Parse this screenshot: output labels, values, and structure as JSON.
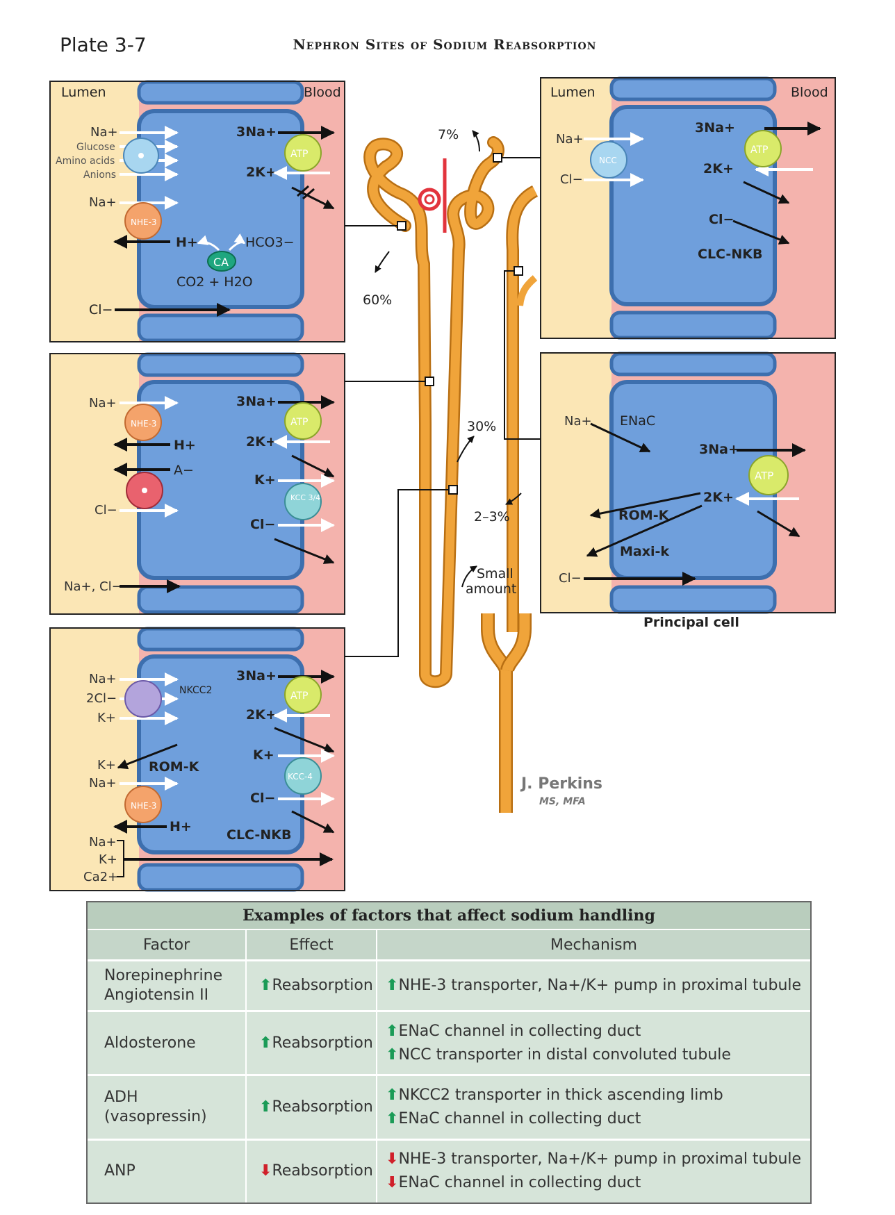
{
  "header": {
    "plate": "Plate 3-7",
    "title": "Nephron Sites of Sodium Reabsorption"
  },
  "colors": {
    "lumen": "#fbe6b5",
    "blood": "#f4b3ad",
    "cell": "#6f9fdc",
    "cell_border": "#3d6fae",
    "tubule": "#f0a43a",
    "table_bg": "#d6e4d9",
    "up_arrow": "#1b9b57",
    "down_arrow": "#d0202a"
  },
  "panels": {
    "proximal": {
      "lumen": "Lumen",
      "blood": "Blood",
      "na1": "Na+",
      "glucose": "Glucose",
      "amino": "Amino acids",
      "anions": "Anions",
      "na2": "Na+",
      "nhe": "NHE-3",
      "h": "H+",
      "hco3": "HCO3−",
      "ca": "CA",
      "co2": "CO2 + H2O",
      "cl": "Cl−",
      "na3": "3Na+",
      "k2": "2K+",
      "atp": "ATP"
    },
    "thick_limb_upper": {
      "na": "Na+",
      "nhe": "NHE-3",
      "h": "H+",
      "a": "A−",
      "cl": "Cl−",
      "nacl": "Na+, Cl−",
      "na3": "3Na+",
      "k2": "2K+",
      "k": "K+",
      "kcc": "KCC 3/4",
      "cl_b": "Cl−",
      "atp": "ATP"
    },
    "thick_limb_lower": {
      "na": "Na+",
      "cl2": "2Cl−",
      "k": "K+",
      "nkcc2": "NKCC2",
      "k_out": "K+",
      "romk": "ROM-K",
      "na2": "Na+",
      "nhe": "NHE-3",
      "h": "H+",
      "para1": "Na+",
      "para2": "K+",
      "para3": "Ca2+",
      "na3": "3Na+",
      "k2": "2K+",
      "k_b": "K+",
      "kcc4": "KCC-4",
      "cl_b": "Cl−",
      "clcnkb": "CLC-NKB",
      "atp": "ATP"
    },
    "distal": {
      "lumen": "Lumen",
      "blood": "Blood",
      "na": "Na+",
      "ncc": "NCC",
      "cl": "Cl−",
      "na3": "3Na+",
      "k2": "2K+",
      "cl_b": "Cl−",
      "clcnkb": "CLC-NKB",
      "atp": "ATP"
    },
    "principal": {
      "na": "Na+",
      "enac": "ENaC",
      "na3": "3Na+",
      "k2": "2K+",
      "romk": "ROM-K",
      "maxik": "Maxi-k",
      "cl": "Cl−",
      "atp": "ATP",
      "caption": "Principal cell"
    }
  },
  "nephron": {
    "pct_proximal": "60%",
    "pct_distal": "7%",
    "pct_thick": "30%",
    "pct_collecting": "2–3%",
    "small_amount_1": "Small",
    "small_amount_2": "amount",
    "signature": "J. Perkins",
    "signature_sub": "MS, MFA"
  },
  "table": {
    "caption": "Examples of factors that affect sodium handling",
    "headers": [
      "Factor",
      "Effect",
      "Mechanism"
    ],
    "up_glyph": "⬆",
    "down_glyph": "⬇",
    "rows": [
      {
        "factor": [
          "Norepinephrine",
          "Angiotensin II"
        ],
        "direction": "up",
        "effect": "Reabsorption",
        "mechanisms": [
          {
            "direction": "up",
            "text": "NHE-3 transporter, Na+/K+ pump in proximal tubule"
          }
        ]
      },
      {
        "factor": [
          "Aldosterone"
        ],
        "direction": "up",
        "effect": "Reabsorption",
        "mechanisms": [
          {
            "direction": "up",
            "text": "ENaC channel in collecting duct"
          },
          {
            "direction": "up",
            "text": "NCC transporter in distal convoluted tubule"
          }
        ]
      },
      {
        "factor": [
          "ADH",
          "(vasopressin)"
        ],
        "direction": "up",
        "effect": "Reabsorption",
        "mechanisms": [
          {
            "direction": "up",
            "text": "NKCC2 transporter in thick ascending limb"
          },
          {
            "direction": "up",
            "text": "ENaC channel in collecting duct"
          }
        ]
      },
      {
        "factor": [
          "ANP"
        ],
        "direction": "down",
        "effect": "Reabsorption",
        "mechanisms": [
          {
            "direction": "down",
            "text": "NHE-3 transporter, Na+/K+ pump in proximal tubule"
          },
          {
            "direction": "down",
            "text": "ENaC channel in collecting duct"
          }
        ]
      }
    ]
  }
}
